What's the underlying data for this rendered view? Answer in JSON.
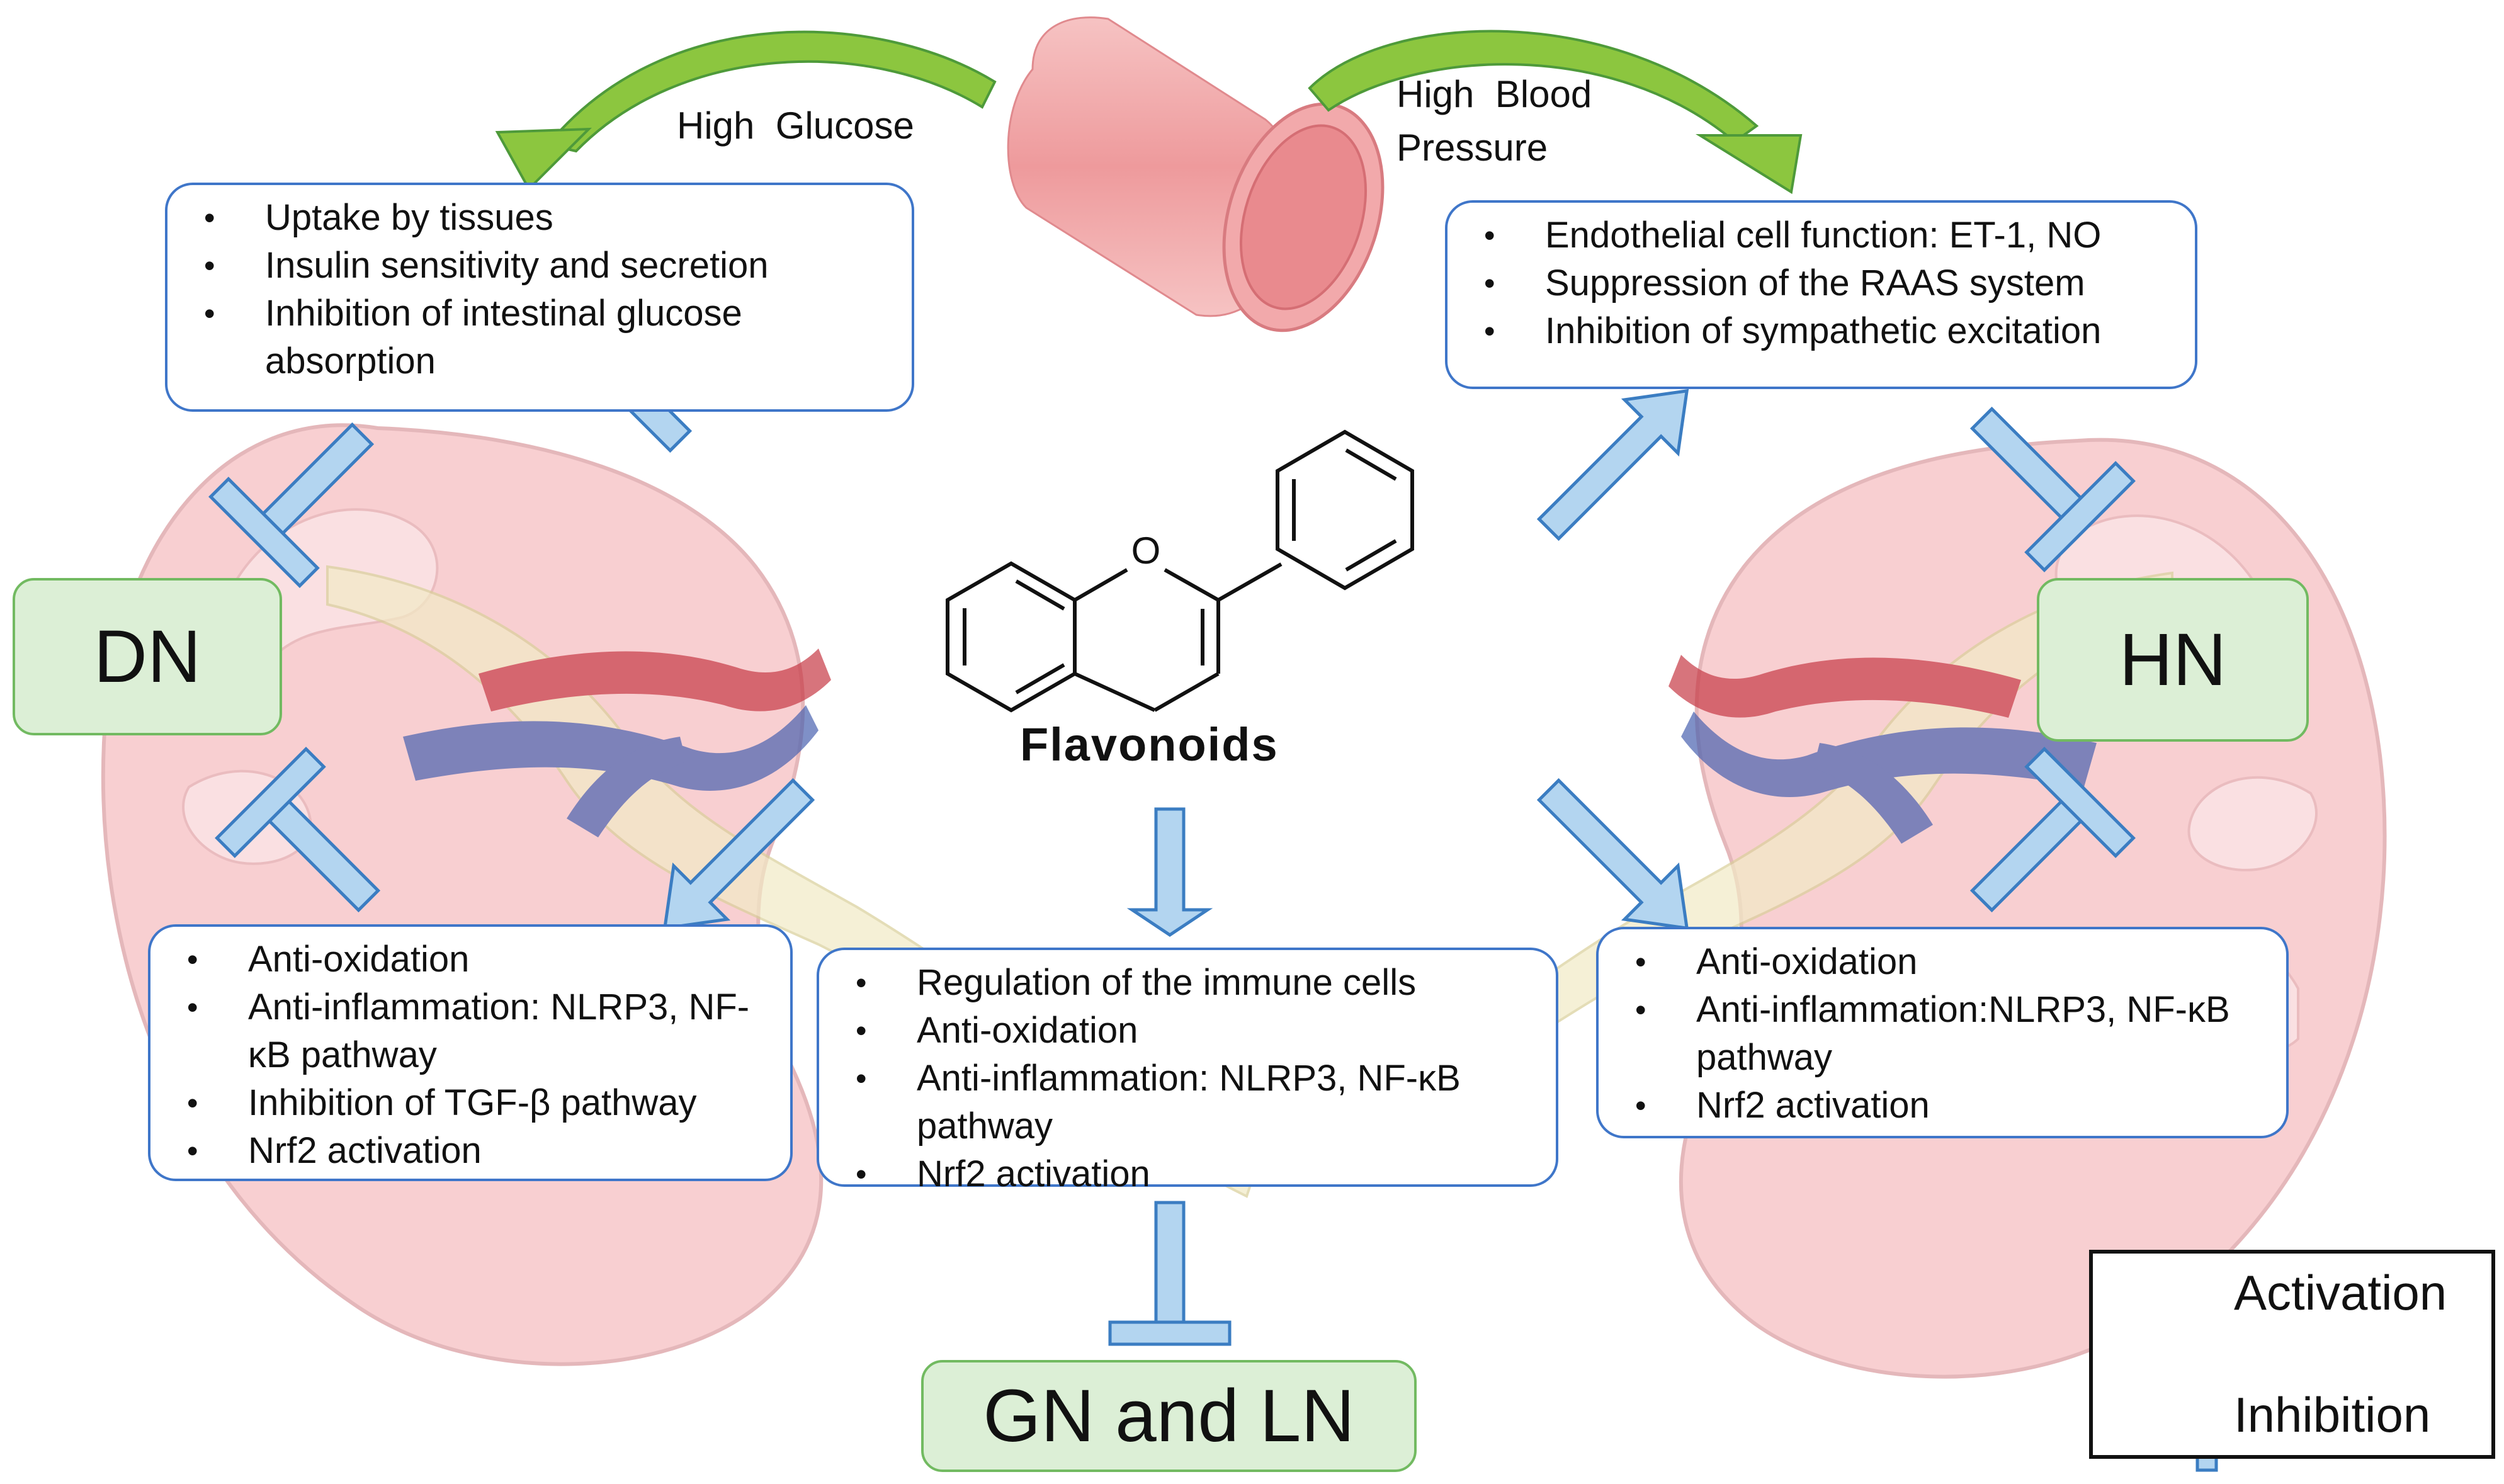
{
  "top_labels": {
    "high_glucose": "High  Glucose",
    "high_blood_pressure_line1": "High  Blood",
    "high_blood_pressure_line2": "Pressure"
  },
  "center": {
    "compound_name": "Flavonoids",
    "ring_oxygen": "O"
  },
  "boxes": {
    "glucose_mechanisms": [
      "Uptake by tissues",
      "Insulin sensitivity and secretion",
      "Inhibition of intestinal glucose absorption"
    ],
    "bp_mechanisms": [
      "Endothelial cell function: ET-1, NO",
      "Suppression of the RAAS system",
      "Inhibition of sympathetic excitation"
    ],
    "dn_mechanisms": [
      "Anti-oxidation",
      "Anti-inflammation: NLRP3, NF-κB pathway",
      "Inhibition of TGF-β pathway",
      "Nrf2 activation"
    ],
    "gn_ln_mechanisms": [
      "Regulation of the immune cells",
      "Anti-oxidation",
      "Anti-inflammation: NLRP3, NF-κB pathway",
      "Nrf2 activation"
    ],
    "hn_mechanisms": [
      "Anti-oxidation",
      "Anti-inflammation:NLRP3, NF-κB pathway",
      "Nrf2 activation"
    ]
  },
  "diseases": {
    "dn": "DN",
    "hn": "HN",
    "gn_ln": "GN and LN"
  },
  "legend": {
    "activation": "Activation",
    "inhibition": "Inhibition"
  },
  "colors": {
    "box_border": "#3f76c9",
    "disease_fill": "#dcefd6",
    "disease_border": "#72ba61",
    "symbol_fill": "#b3d5f0",
    "symbol_stroke": "#3b7dc2",
    "curved_arrow": "#8cc63f",
    "kidney": "#f3a8ad",
    "vessel_red": "#c73a46",
    "vessel_blue": "#4a62b0",
    "ureter": "#f2ebc6"
  }
}
